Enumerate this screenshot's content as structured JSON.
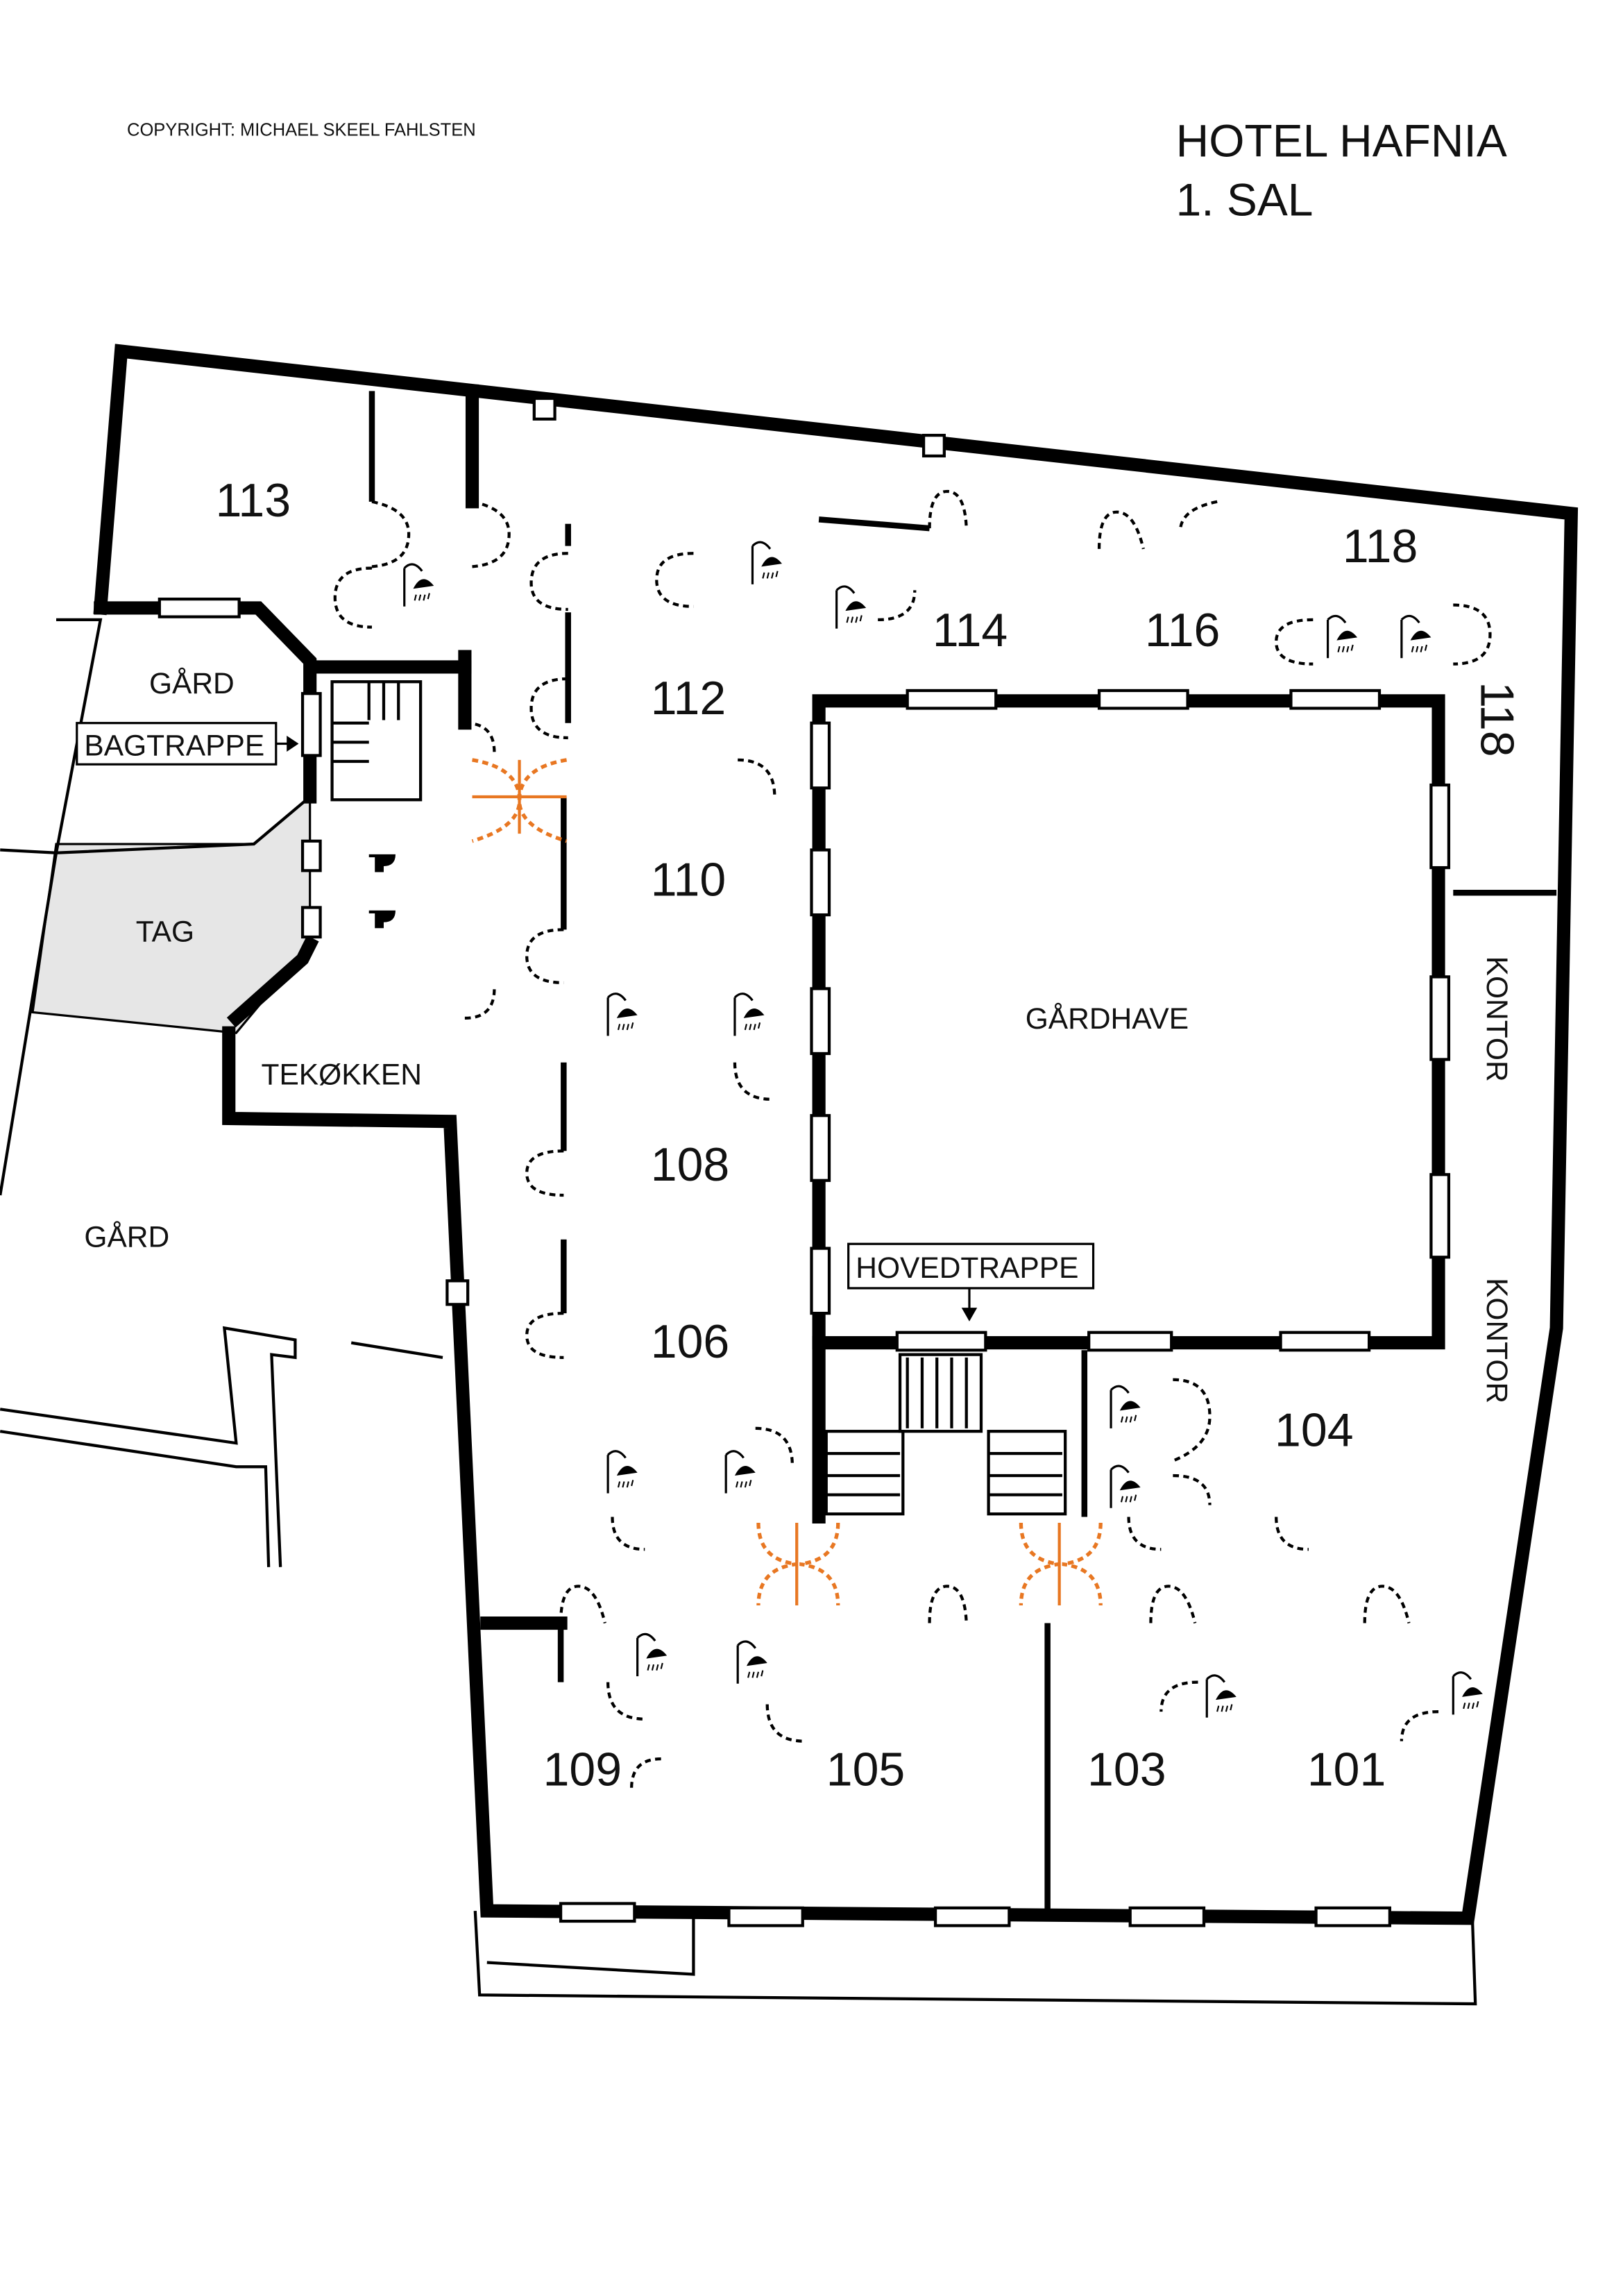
{
  "header": {
    "copyright": "COPYRIGHT: MICHAEL SKEEL FAHLSTEN",
    "title": "HOTEL HAFNIA",
    "floor": "1. SAL"
  },
  "rooms": {
    "r113": "113",
    "r112": "112",
    "r110": "110",
    "r108": "108",
    "r106": "106",
    "r114": "114",
    "r116": "116",
    "r118a": "118",
    "r118b": "118",
    "r104": "104",
    "r109": "109",
    "r105": "105",
    "r103": "103",
    "r101": "101"
  },
  "areas": {
    "gard_top": "GÅRD",
    "bagtrappe": "BAGTRAPPE",
    "tag": "TAG",
    "tekokken": "TEKØKKEN",
    "gard_bottom": "GÅRD",
    "gardhave": "GÅRDHAVE",
    "kontor1": "KONTOR",
    "kontor2": "KONTOR",
    "hovedtrappe": "HOVEDTRAPPE"
  },
  "colors": {
    "fire_door": "#e87722",
    "roof": "#e6e6e6"
  }
}
